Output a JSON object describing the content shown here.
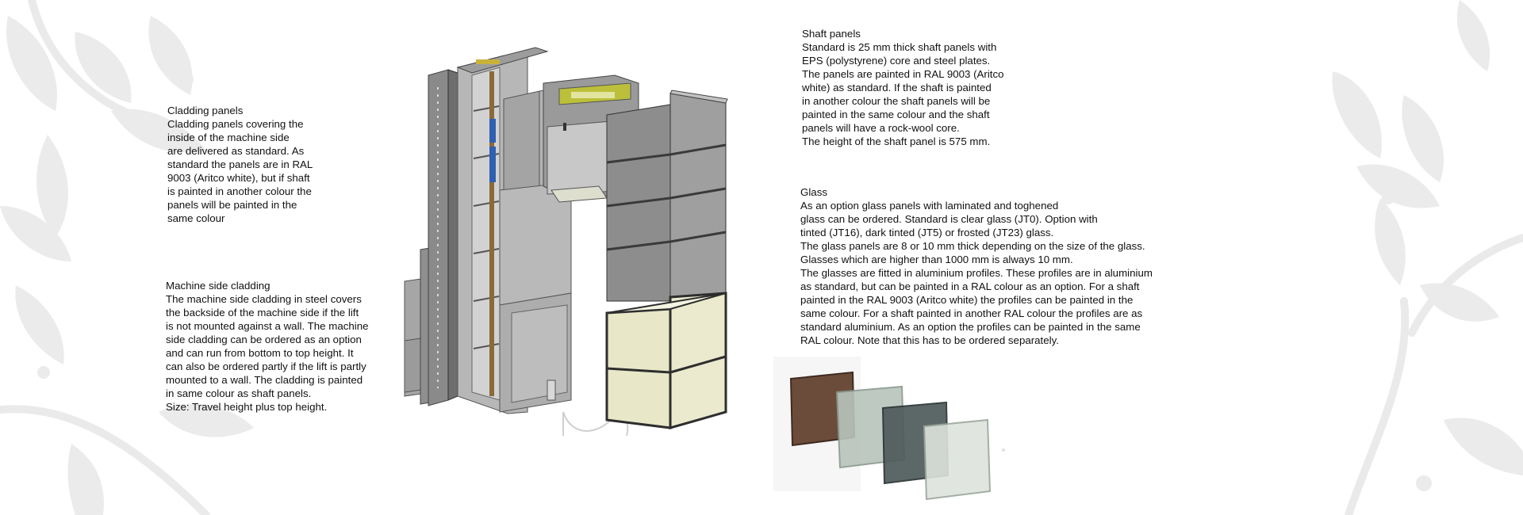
{
  "sections": {
    "cladding_panels": {
      "heading": "Cladding panels",
      "lines": [
        "Cladding panels covering the",
        "inside of the machine side",
        "are delivered as standard. As",
        "standard the panels are in RAL",
        "9003 (Aritco white), but if shaft",
        "is painted in another colour the",
        "panels will be painted in the",
        "same colour"
      ]
    },
    "machine_side_cladding": {
      "heading": "Machine side cladding",
      "lines": [
        "The machine side cladding in steel covers",
        "the backside of the machine side if the lift",
        "is not mounted against a wall. The machine",
        "side cladding can be ordered as an option",
        "and can run from bottom to top height. It",
        "can also be ordered partly if the lift is partly",
        "mounted to a wall. The cladding is painted",
        "in same colour as shaft panels.",
        "Size: Travel height plus top height."
      ]
    },
    "shaft_panels": {
      "heading": "Shaft panels",
      "lines": [
        "Standard is 25 mm thick shaft panels with",
        "EPS (polystyrene) core and steel plates.",
        "The panels are painted in RAL 9003 (Aritco",
        "white) as standard. If the shaft is painted",
        "in another colour the shaft panels will be",
        "painted in the same colour and the shaft",
        "panels will have a rock-wool core.",
        "The height of the shaft panel is 575 mm."
      ]
    },
    "glass": {
      "heading": "Glass",
      "lines": [
        "As an option glass panels with laminated and toghened",
        "glass can be ordered. Standard is clear glass (JT0). Option with",
        "tinted (JT16), dark tinted (JT5) or frosted (JT23) glass.",
        "The glass panels are 8 or 10 mm thick depending on the size of the glass.",
        "Glasses which are higher than 1000 mm is always 10 mm.",
        "The glasses are fitted in aluminium profiles. These profiles are in aluminium",
        "as standard, but can be painted in a RAL colour as an option. For a shaft",
        "painted in the RAL 9003 (Aritco white) the profiles can be painted in the",
        "same colour. For a shaft painted in another RAL colour the profiles are as",
        "standard aluminium. As an option the profiles can be painted in the same",
        "RAL colour. Note that this has to be ordered separately."
      ]
    }
  },
  "colors": {
    "text": "#111111",
    "background": "#ffffff",
    "floral_decor": "#e9e9e9",
    "panel_dark": "#7d7d7d",
    "panel_mid": "#a9a9a9",
    "panel_light": "#c4c4c4",
    "control_panel_yellow": "#bcbf3a",
    "glass_bronze": "#6b4c3b",
    "glass_tinted": "#b8c4bc",
    "glass_dark": "#4f5b5b",
    "glass_frosted": "#dde3dc"
  },
  "icons": {
    "background": "floral-ornament",
    "left_illustration": "lift-shaft-exploded-view",
    "right_illustration": "glass-samples"
  }
}
